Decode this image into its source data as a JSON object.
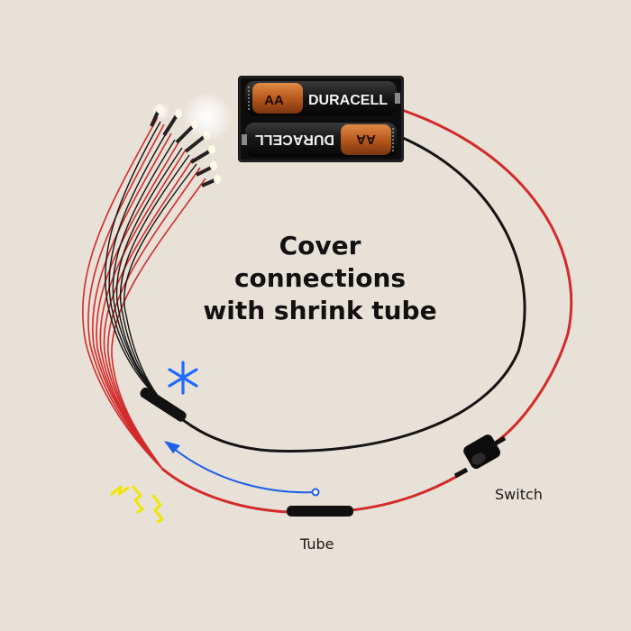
{
  "headline": {
    "line1": "Cover",
    "line2": "connections",
    "line3": "with shrink tube"
  },
  "labels": {
    "switch": "Switch",
    "tube": "Tube"
  },
  "battery": {
    "cell_type": "AA",
    "brand": "DURACELL"
  },
  "colors": {
    "background": "#e8e1d7",
    "red_wire": "#d22b2b",
    "black_wire": "#141414",
    "arrow": "#1e5fe8",
    "spark": "#f2e600",
    "snowflake": "#1e6bff",
    "battery_copper": "#c8692a"
  },
  "icons": [
    "snowflake-icon",
    "spark-icon",
    "arrow-icon"
  ]
}
